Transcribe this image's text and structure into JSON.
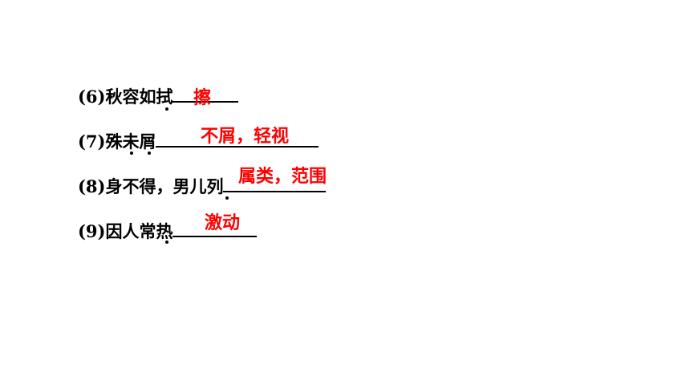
{
  "items": [
    {
      "number": "(6)",
      "text": "秋容如拭",
      "answer": "擦"
    },
    {
      "number": "(7)",
      "text": "殊未屑",
      "answer": "不屑，轻视"
    },
    {
      "number": "(8)",
      "text": "身不得，男儿列",
      "answer": "属类，范围"
    },
    {
      "number": "(9)",
      "text": "因人常热",
      "answer": "激动"
    }
  ],
  "colors": {
    "answer": "#ff0000",
    "text": "#000000"
  }
}
